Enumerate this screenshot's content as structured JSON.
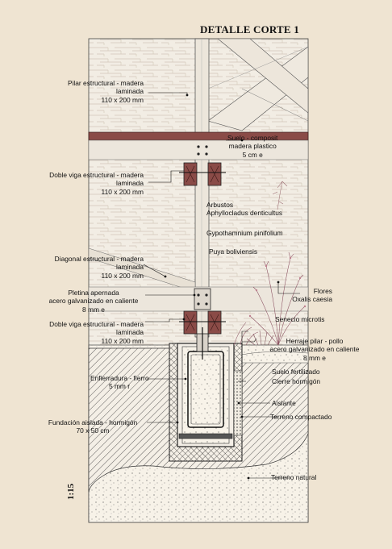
{
  "title": "DETALLE CORTE 1",
  "scale": "1:15",
  "labels": {
    "pilar": "Pilar estructural - madera\nlaminada\n110 x 200 mm",
    "suelo": "Suelo - composit\nmadera plastico\n5 cm e",
    "doble_viga_1": "Doble viga estructural - madera\nlaminada\n110 x 200 mm",
    "arbustos": "Arbustos\nAphyllocladus denticultus",
    "gypothamnium": "Gypothamnium pinifolium",
    "puya": "Puya boliviensis",
    "diagonal": "Diagonal estructural - madera\nlaminada\n110 x 200 mm",
    "pletina": "Pletina apernada\nacero galvanizado en caliente\n8 mm e",
    "flores": "Flores\nOxalis caesia",
    "senecio": "Senecio microtis",
    "doble_viga_2": "Doble viga estructural - madera\nlaminada\n110 x 200 mm",
    "herraje": "Herraje pilar - pollo\nacero galvanizado en caliente\n8 mm e",
    "suelo_fertilizado": "Suelo fertilizado",
    "cierre": "Cierre hormigón",
    "enfierradura": "Enfierradura  - fierro\n5 mm r",
    "aislante": "Aislante",
    "terreno_compactado": "Terreno compactado",
    "fundacion": "Fundación aislada - hormigón\n70 x 50 cm",
    "terreno_natural": "Terreno natural"
  },
  "colors": {
    "background": "#efe4d2",
    "wood": "#f1ece3",
    "beam": "#8a4b47",
    "concrete": "#f4efe6",
    "soil": "#f8f3e9",
    "line": "#111111"
  }
}
